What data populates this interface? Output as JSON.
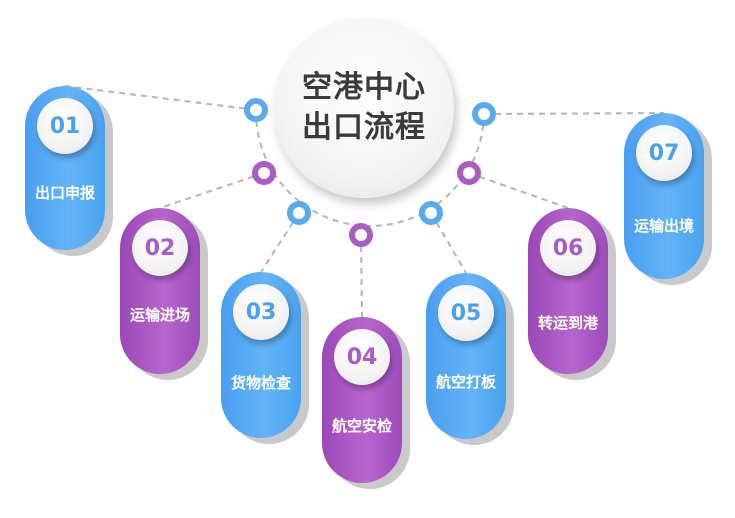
{
  "title": {
    "line1": "空港中心",
    "line2": "出口流程"
  },
  "steps": [
    {
      "number": "01",
      "label": "出口申报",
      "color": "blue"
    },
    {
      "number": "02",
      "label": "运输进场",
      "color": "purple"
    },
    {
      "number": "03",
      "label": "货物检查",
      "color": "blue"
    },
    {
      "number": "04",
      "label": "航空安检",
      "color": "purple"
    },
    {
      "number": "05",
      "label": "航空打板",
      "color": "blue"
    },
    {
      "number": "06",
      "label": "转运到港",
      "color": "purple"
    },
    {
      "number": "07",
      "label": "运输出境",
      "color": "blue"
    }
  ],
  "colors": {
    "blue": "#5aaaf0",
    "purple": "#a85cc4",
    "connector": "#b5b5b5",
    "title_text": "#3a3a3a"
  }
}
